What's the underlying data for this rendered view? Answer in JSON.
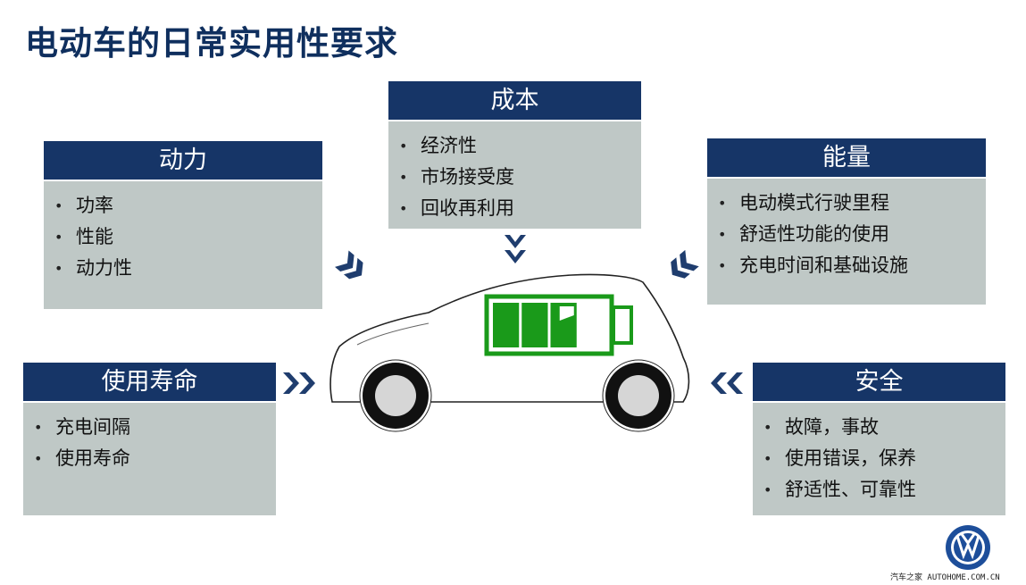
{
  "title": "电动车的日常实用性要求",
  "boxes": {
    "power": {
      "header": "动力",
      "items": [
        "功率",
        "性能",
        "动力性"
      ]
    },
    "cost": {
      "header": "成本",
      "items": [
        "经济性",
        "市场接受度",
        "回收再利用"
      ]
    },
    "energy": {
      "header": "能量",
      "items": [
        "电动模式行驶里程",
        "舒适性功能的使用",
        "充电时间和基础设施"
      ]
    },
    "life": {
      "header": "使用寿命",
      "items": [
        "充电间隔",
        "使用寿命"
      ]
    },
    "safety": {
      "header": "安全",
      "items": [
        "故障，事故",
        "使用错误，保养",
        "舒适性、可靠性"
      ]
    }
  },
  "battery": {
    "filled_cells": 3,
    "total_cells": 4
  },
  "footer": "汽车之家 AUTOHOME.COM.CN",
  "colors": {
    "header_bg": "#163567",
    "box_bg": "#bfc8c6",
    "battery_green": "#1a9a1a",
    "title": "#0f2f5e"
  },
  "icons": [
    "chevron-arrow-icon",
    "car-icon",
    "battery-icon",
    "volkswagen-logo"
  ]
}
